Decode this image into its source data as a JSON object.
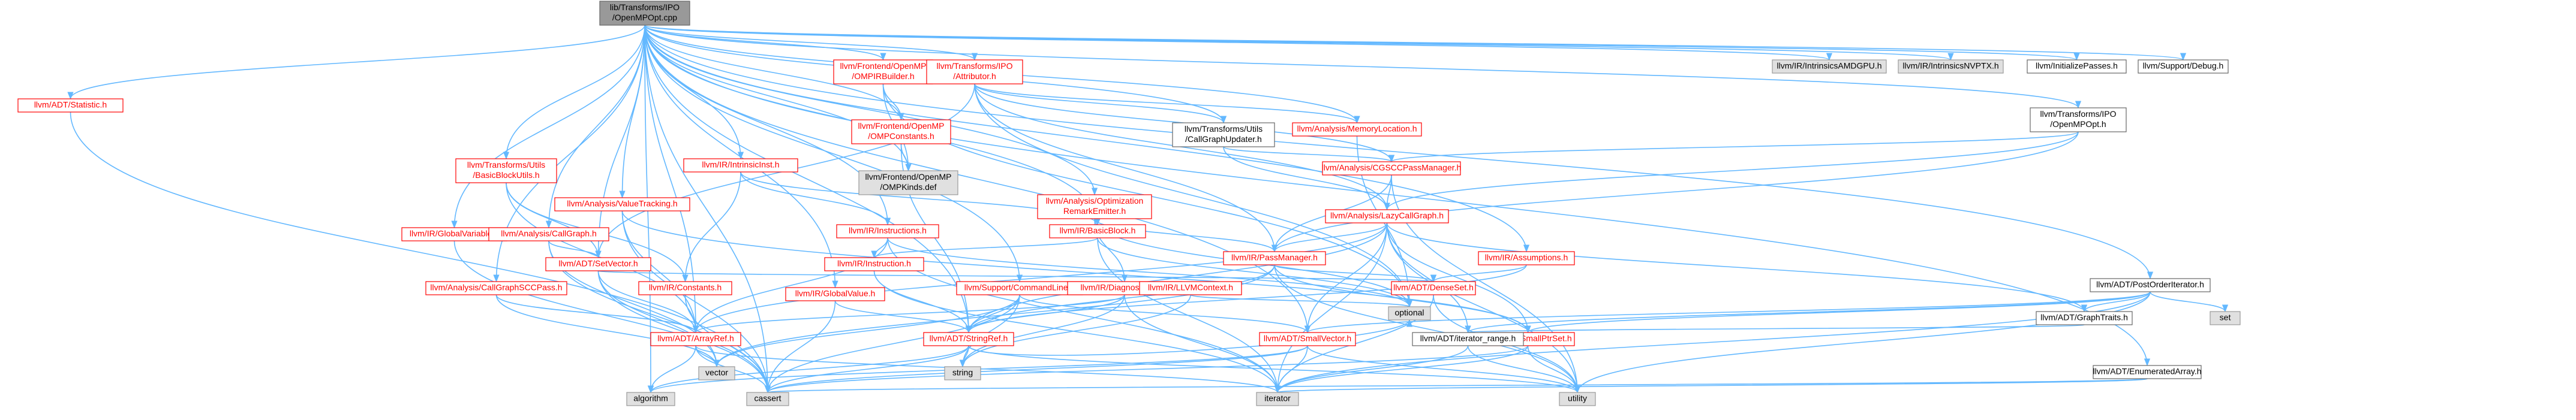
{
  "colors": {
    "edge": "#63b8ff",
    "root_fill": "#999999",
    "root_text": "#000000",
    "linked_stroke": "#ff0000",
    "linked_text": "#ff0000",
    "plain_stroke": "#666666",
    "plain_text": "#000000",
    "external_fill": "#e0e0e0",
    "external_stroke": "#999999"
  },
  "nodes": [
    {
      "id": "root",
      "lines": [
        "lib/Transforms/IPO",
        "/OpenMPOpt.cpp"
      ],
      "kind": "root"
    },
    {
      "id": "statistic",
      "lines": [
        "llvm/ADT/Statistic.h"
      ],
      "kind": "linked"
    },
    {
      "id": "globalvariable",
      "lines": [
        "llvm/IR/GlobalVariable.h"
      ],
      "kind": "linked"
    },
    {
      "id": "callgraph",
      "lines": [
        "llvm/Analysis/CallGraph.h"
      ],
      "kind": "linked"
    },
    {
      "id": "callgraphscc",
      "lines": [
        "llvm/Analysis/CallGraphSCCPass.h"
      ],
      "kind": "linked"
    },
    {
      "id": "basicblockutils",
      "lines": [
        "llvm/Transforms/Utils",
        "/BasicBlockUtils.h"
      ],
      "kind": "linked"
    },
    {
      "id": "valuetracking",
      "lines": [
        "llvm/Analysis/ValueTracking.h"
      ],
      "kind": "linked"
    },
    {
      "id": "intrinsicinst",
      "lines": [
        "llvm/IR/IntrinsicInst.h"
      ],
      "kind": "linked"
    },
    {
      "id": "setvector",
      "lines": [
        "llvm/ADT/SetVector.h"
      ],
      "kind": "linked"
    },
    {
      "id": "constants",
      "lines": [
        "llvm/IR/Constants.h"
      ],
      "kind": "linked"
    },
    {
      "id": "arrayref",
      "lines": [
        "llvm/ADT/ArrayRef.h"
      ],
      "kind": "linked"
    },
    {
      "id": "ompirbuilder",
      "lines": [
        "llvm/Frontend/OpenMP",
        "/OMPIRBuilder.h"
      ],
      "kind": "linked"
    },
    {
      "id": "ompconstants",
      "lines": [
        "llvm/Frontend/OpenMP",
        "/OMPConstants.h"
      ],
      "kind": "linked"
    },
    {
      "id": "ompkinds",
      "lines": [
        "llvm/Frontend/OpenMP",
        "/OMPKinds.def"
      ],
      "kind": "external"
    },
    {
      "id": "instructions",
      "lines": [
        "llvm/IR/Instructions.h"
      ],
      "kind": "linked"
    },
    {
      "id": "instruction",
      "lines": [
        "llvm/IR/Instruction.h"
      ],
      "kind": "linked"
    },
    {
      "id": "globalvalue",
      "lines": [
        "llvm/IR/GlobalValue.h"
      ],
      "kind": "linked"
    },
    {
      "id": "stringref",
      "lines": [
        "llvm/ADT/StringRef.h"
      ],
      "kind": "linked"
    },
    {
      "id": "commandline",
      "lines": [
        "llvm/Support/CommandLine.h"
      ],
      "kind": "linked"
    },
    {
      "id": "basicblock",
      "lines": [
        "llvm/IR/BasicBlock.h"
      ],
      "kind": "linked"
    },
    {
      "id": "diaginfo",
      "lines": [
        "llvm/IR/DiagnosticInfo.h"
      ],
      "kind": "linked"
    },
    {
      "id": "llvmcontext",
      "lines": [
        "llvm/IR/LLVMContext.h"
      ],
      "kind": "linked"
    },
    {
      "id": "attributor",
      "lines": [
        "llvm/Transforms/IPO",
        "/Attributor.h"
      ],
      "kind": "linked"
    },
    {
      "id": "optremark",
      "lines": [
        "llvm/Analysis/Optimization",
        "RemarkEmitter.h"
      ],
      "kind": "linked"
    },
    {
      "id": "cgupdater",
      "lines": [
        "llvm/Transforms/Utils",
        "/CallGraphUpdater.h"
      ],
      "kind": "plain"
    },
    {
      "id": "memloc",
      "lines": [
        "llvm/Analysis/MemoryLocation.h"
      ],
      "kind": "linked"
    },
    {
      "id": "cgsccpm",
      "lines": [
        "llvm/Analysis/CGSCCPassManager.h"
      ],
      "kind": "linked"
    },
    {
      "id": "lazycg",
      "lines": [
        "llvm/Analysis/LazyCallGraph.h"
      ],
      "kind": "linked"
    },
    {
      "id": "passmanager",
      "lines": [
        "llvm/IR/PassManager.h"
      ],
      "kind": "linked"
    },
    {
      "id": "densemap",
      "lines": [
        "llvm/ADT/DenseSet.h"
      ],
      "kind": "linked"
    },
    {
      "id": "smallptrset",
      "lines": [
        "llvm/ADT/SmallPtrSet.h"
      ],
      "kind": "linked"
    },
    {
      "id": "smallvector",
      "lines": [
        "llvm/ADT/SmallVector.h"
      ],
      "kind": "linked"
    },
    {
      "id": "iterrange",
      "lines": [
        "llvm/ADT/iterator_range.h"
      ],
      "kind": "plain"
    },
    {
      "id": "intrinsicsamdgpu",
      "lines": [
        "llvm/IR/IntrinsicsAMDGPU.h"
      ],
      "kind": "external"
    },
    {
      "id": "intrinsicsnvptx",
      "lines": [
        "llvm/IR/IntrinsicsNVPTX.h"
      ],
      "kind": "external"
    },
    {
      "id": "initpasses",
      "lines": [
        "llvm/InitializePasses.h"
      ],
      "kind": "plain"
    },
    {
      "id": "debug",
      "lines": [
        "llvm/Support/Debug.h"
      ],
      "kind": "plain"
    },
    {
      "id": "openmpopth",
      "lines": [
        "llvm/Transforms/IPO",
        "/OpenMPOpt.h"
      ],
      "kind": "plain"
    },
    {
      "id": "assumptions",
      "lines": [
        "llvm/IR/Assumptions.h"
      ],
      "kind": "linked"
    },
    {
      "id": "postorder",
      "lines": [
        "llvm/ADT/PostOrderIterator.h"
      ],
      "kind": "plain"
    },
    {
      "id": "graphtraits",
      "lines": [
        "llvm/ADT/GraphTraits.h"
      ],
      "kind": "plain"
    },
    {
      "id": "enumarray",
      "lines": [
        "llvm/ADT/EnumeratedArray.h"
      ],
      "kind": "plain"
    },
    {
      "id": "set",
      "lines": [
        "set"
      ],
      "kind": "external"
    },
    {
      "id": "optional",
      "lines": [
        "optional"
      ],
      "kind": "external"
    },
    {
      "id": "vector",
      "lines": [
        "vector"
      ],
      "kind": "external"
    },
    {
      "id": "string",
      "lines": [
        "string"
      ],
      "kind": "external"
    },
    {
      "id": "algorithm",
      "lines": [
        "algorithm"
      ],
      "kind": "external"
    },
    {
      "id": "cassert",
      "lines": [
        "cassert"
      ],
      "kind": "external"
    },
    {
      "id": "iterator",
      "lines": [
        "iterator"
      ],
      "kind": "external"
    },
    {
      "id": "utility",
      "lines": [
        "utility"
      ],
      "kind": "external"
    }
  ],
  "edges": [
    [
      "root",
      "statistic"
    ],
    [
      "root",
      "globalvariable"
    ],
    [
      "root",
      "callgraph"
    ],
    [
      "root",
      "callgraphscc"
    ],
    [
      "root",
      "basicblockutils"
    ],
    [
      "root",
      "valuetracking"
    ],
    [
      "root",
      "intrinsicinst"
    ],
    [
      "root",
      "setvector"
    ],
    [
      "root",
      "ompirbuilder"
    ],
    [
      "root",
      "ompconstants"
    ],
    [
      "root",
      "ompkinds"
    ],
    [
      "root",
      "instructions"
    ],
    [
      "root",
      "globalvalue"
    ],
    [
      "root",
      "stringref"
    ],
    [
      "root",
      "commandline"
    ],
    [
      "root",
      "basicblock"
    ],
    [
      "root",
      "attributor"
    ],
    [
      "root",
      "optremark"
    ],
    [
      "root",
      "cgupdater"
    ],
    [
      "root",
      "memloc"
    ],
    [
      "root",
      "intrinsicsamdgpu"
    ],
    [
      "root",
      "intrinsicsnvptx"
    ],
    [
      "root",
      "initpasses"
    ],
    [
      "root",
      "debug"
    ],
    [
      "root",
      "openmpopth"
    ],
    [
      "root",
      "assumptions"
    ],
    [
      "root",
      "postorder"
    ],
    [
      "root",
      "enumarray"
    ],
    [
      "root",
      "arrayref"
    ],
    [
      "root",
      "smallvector"
    ],
    [
      "root",
      "cassert"
    ],
    [
      "root",
      "algorithm"
    ],
    [
      "statistic",
      "cassert"
    ],
    [
      "globalvariable",
      "cassert"
    ],
    [
      "callgraph",
      "setvector"
    ],
    [
      "callgraph",
      "vector"
    ],
    [
      "callgraph",
      "cassert"
    ],
    [
      "callgraphscc",
      "arrayref"
    ],
    [
      "callgraphscc",
      "vector"
    ],
    [
      "basicblockutils",
      "setvector"
    ],
    [
      "basicblockutils",
      "arrayref"
    ],
    [
      "basicblockutils",
      "constants"
    ],
    [
      "valuetracking",
      "arrayref"
    ],
    [
      "valuetracking",
      "smallptrset"
    ],
    [
      "valuetracking",
      "cassert"
    ],
    [
      "intrinsicinst",
      "constants"
    ],
    [
      "intrinsicinst",
      "instructions"
    ],
    [
      "intrinsicinst",
      "basicblock"
    ],
    [
      "setvector",
      "arrayref"
    ],
    [
      "setvector",
      "densemap"
    ],
    [
      "setvector",
      "vector"
    ],
    [
      "setvector",
      "cassert"
    ],
    [
      "constants",
      "arrayref"
    ],
    [
      "constants",
      "cassert"
    ],
    [
      "arrayref",
      "vector"
    ],
    [
      "arrayref",
      "algorithm"
    ],
    [
      "arrayref",
      "cassert"
    ],
    [
      "arrayref",
      "iterator"
    ],
    [
      "ompirbuilder",
      "ompconstants"
    ],
    [
      "ompirbuilder",
      "ompkinds"
    ],
    [
      "ompirbuilder",
      "optional"
    ],
    [
      "ompconstants",
      "ompkinds"
    ],
    [
      "ompconstants",
      "stringref"
    ],
    [
      "instructions",
      "instruction"
    ],
    [
      "instructions",
      "arrayref"
    ],
    [
      "instructions",
      "iterator"
    ],
    [
      "instructions",
      "optional"
    ],
    [
      "instruction",
      "stringref"
    ],
    [
      "instruction",
      "iterator"
    ],
    [
      "globalvalue",
      "stringref"
    ],
    [
      "globalvalue",
      "cassert"
    ],
    [
      "stringref",
      "string"
    ],
    [
      "stringref",
      "algorithm"
    ],
    [
      "stringref",
      "cassert"
    ],
    [
      "stringref",
      "optional"
    ],
    [
      "stringref",
      "utility"
    ],
    [
      "commandline",
      "stringref"
    ],
    [
      "commandline",
      "smallvector"
    ],
    [
      "commandline",
      "string"
    ],
    [
      "commandline",
      "vector"
    ],
    [
      "commandline",
      "cassert"
    ],
    [
      "basicblock",
      "instruction"
    ],
    [
      "basicblock",
      "iterator"
    ],
    [
      "basicblock",
      "optional"
    ],
    [
      "diaginfo",
      "stringref"
    ],
    [
      "diaginfo",
      "arrayref"
    ],
    [
      "diaginfo",
      "string"
    ],
    [
      "diaginfo",
      "iterator"
    ],
    [
      "llvmcontext",
      "optional"
    ],
    [
      "llvmcontext",
      "string"
    ],
    [
      "attributor",
      "lazycg"
    ],
    [
      "attributor",
      "passmanager"
    ],
    [
      "attributor",
      "setvector"
    ],
    [
      "attributor",
      "cgupdater"
    ],
    [
      "attributor",
      "memloc"
    ],
    [
      "attributor",
      "optional"
    ],
    [
      "attributor",
      "cgsccpm"
    ],
    [
      "optremark",
      "diaginfo"
    ],
    [
      "optremark",
      "passmanager"
    ],
    [
      "optremark",
      "optional"
    ],
    [
      "cgupdater",
      "cgsccpm"
    ],
    [
      "cgupdater",
      "lazycg"
    ],
    [
      "memloc",
      "optional"
    ],
    [
      "cgsccpm",
      "lazycg"
    ],
    [
      "cgsccpm",
      "passmanager"
    ],
    [
      "cgsccpm",
      "utility"
    ],
    [
      "lazycg",
      "arrayref"
    ],
    [
      "lazycg",
      "passmanager"
    ],
    [
      "lazycg",
      "stringref"
    ],
    [
      "lazycg",
      "smallptrset"
    ],
    [
      "lazycg",
      "smallvector"
    ],
    [
      "lazycg",
      "iterrange"
    ],
    [
      "lazycg",
      "graphtraits"
    ],
    [
      "lazycg",
      "utility"
    ],
    [
      "lazycg",
      "iterator"
    ],
    [
      "passmanager",
      "densemap"
    ],
    [
      "passmanager",
      "smallptrset"
    ],
    [
      "passmanager",
      "stringref"
    ],
    [
      "passmanager",
      "utility"
    ],
    [
      "passmanager",
      "vector"
    ],
    [
      "densemap",
      "iterator"
    ],
    [
      "densemap",
      "utility"
    ],
    [
      "smallptrset",
      "iterator"
    ],
    [
      "smallptrset",
      "utility"
    ],
    [
      "smallptrset",
      "cassert"
    ],
    [
      "smallvector",
      "algorithm"
    ],
    [
      "smallvector",
      "cassert"
    ],
    [
      "smallvector",
      "iterator"
    ],
    [
      "smallvector",
      "utility"
    ],
    [
      "iterrange",
      "iterator"
    ],
    [
      "iterrange",
      "utility"
    ],
    [
      "assumptions",
      "densemap"
    ],
    [
      "assumptions",
      "stringref"
    ],
    [
      "postorder",
      "graphtraits"
    ],
    [
      "postorder",
      "iterrange"
    ],
    [
      "postorder",
      "smallptrset"
    ],
    [
      "postorder",
      "smallvector"
    ],
    [
      "postorder",
      "set"
    ],
    [
      "postorder",
      "utility"
    ],
    [
      "postorder",
      "iterator"
    ],
    [
      "graphtraits",
      "iterrange"
    ],
    [
      "enumarray",
      "cassert"
    ],
    [
      "enumarray",
      "iterator"
    ],
    [
      "openmpopth",
      "lazycg"
    ],
    [
      "openmpopth",
      "cgsccpm"
    ],
    [
      "openmpopth",
      "passmanager"
    ]
  ]
}
